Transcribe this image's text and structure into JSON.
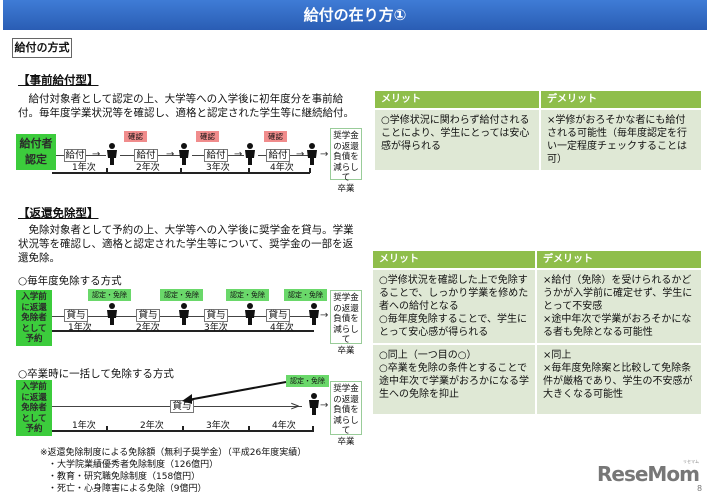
{
  "header": {
    "title": "給付の在り方①"
  },
  "method_label": "給付の方式",
  "section1": {
    "heading": "【事前給付型】",
    "desc": "　給付対象者として認定の上、大学等への入学後に初年度分を事前給付。毎年度学業状況等を確認し、適格と認定された学生等に継続給付。",
    "start_box": [
      "給付者",
      "認定"
    ],
    "step_label": "給付",
    "check_label": "確認",
    "years": [
      "1年次",
      "2年次",
      "3年次",
      "4年次"
    ],
    "end_box": [
      "奨学金",
      "の返還",
      "負債を",
      "減らして",
      "卒業"
    ],
    "table": {
      "headers": [
        "メリット",
        "デメリット"
      ],
      "rows": [
        [
          "○学修状況に関わらず給付されることにより、学生にとっては安心感が得られる",
          "×学修がおろそかな者にも給付される可能性（毎年度認定を行い一定程度チェックすることは可）"
        ]
      ]
    }
  },
  "section2": {
    "heading": "【返還免除型】",
    "desc": "　免除対象者として予約の上、大学等への入学後に奨学金を貸与。学業状況等を確認し、適格と認定された学生等について、奨学金の一部を返還免除。",
    "annual": {
      "heading": "○毎年度免除する方式",
      "start_box": [
        "入学前",
        "に返還",
        "免除者",
        "として",
        "予約"
      ],
      "step_label": "貸与",
      "approve_label": "認定・免除",
      "years": [
        "1年次",
        "2年次",
        "3年次",
        "4年次"
      ],
      "end_box": [
        "奨学金",
        "の返還",
        "負債を",
        "減らして",
        "卒業"
      ]
    },
    "graduation": {
      "heading": "○卒業時に一括して免除する方式",
      "start_box": [
        "入学前",
        "に返還",
        "免除者",
        "として",
        "予約"
      ],
      "step_label": "貸与",
      "approve_label": "認定・免除",
      "years": [
        "1年次",
        "2年次",
        "3年次",
        "4年次"
      ],
      "end_box": [
        "奨学金",
        "の返還",
        "負債を",
        "減らして",
        "卒業"
      ]
    },
    "table": {
      "headers": [
        "メリット",
        "デメリット"
      ],
      "rows": [
        [
          "○学修状況を確認した上で免除することで、しっかり学業を修めた者への給付となる\n○毎年度免除することで、学生にとって安心感が得られる",
          "×給付（免除）を受けられるかどうかが入学前に確定せず、学生にとって不安感\n×途中年次で学業がおろそかになる者も免除となる可能性"
        ],
        [
          "○同上（一つ目の○）\n○卒業を免除の条件とすることで途中年次で学業がおろかになる学生への免除を抑止",
          "×同上\n×毎年度免除案と比較して免除条件が厳格であり、学生の不安感が大きくなる可能性"
        ]
      ]
    }
  },
  "notes": {
    "title": "※返還免除制度による免除額（無利子奨学金）（平成26年度実績）",
    "items": [
      "・大学院業績優秀者免除制度（126億円）",
      "・教育・研究職免除制度（158億円）",
      "・死亡・心身障害による免除（9億円）"
    ]
  },
  "footer": {
    "logo": "ReseMom",
    "logo_kana": "リセマム",
    "page": "8"
  },
  "colors": {
    "title_bar": "#2f66c4",
    "green_box": "#3ccc3c",
    "table_header": "#8fbe4b",
    "table_cell": "#dfe8d5",
    "confirm_tag": "#f08c8c"
  }
}
